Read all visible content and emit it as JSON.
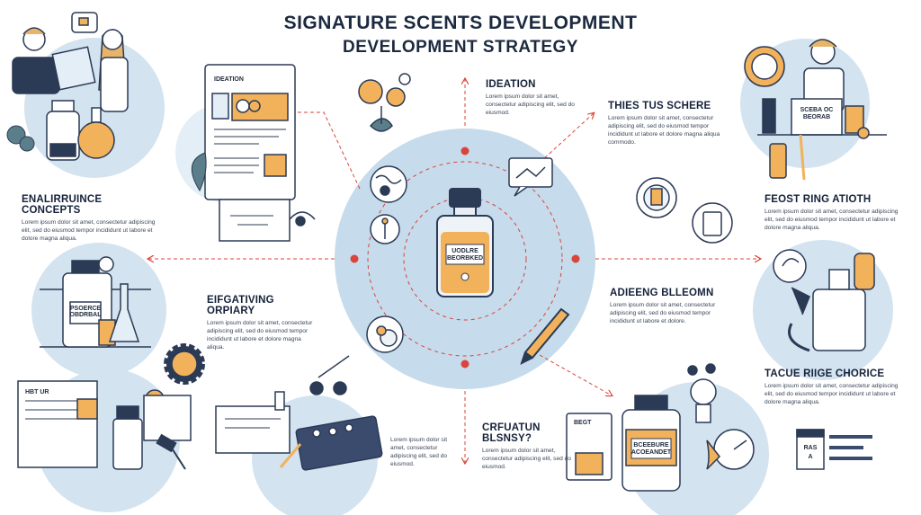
{
  "title": {
    "line1": "SIGNATURE SCENTS DEVELOPMENT",
    "line2": "DEVELOPMENT STRATEGY"
  },
  "center": {
    "bottle_label": "UODLRE\nBEORBKED"
  },
  "cards": {
    "ideation_paper": "IDEATION",
    "lab_sign": "SCEBA OC\nBEORAB",
    "bottle_left_label": "PSOERCE\nOBDRBAL",
    "doc_left": "HBT UR",
    "doc_bottom_right": "BEGT",
    "bottle_bottom_right": "BCEEBURE\nACOEANDET",
    "jar_label": "RAS\nA"
  },
  "sections": [
    {
      "id": "ideation",
      "heading": "IDEATION",
      "body": "Lorem ipsum dolor sit amet, consectetur adipiscing elit, sed do eiusmod."
    },
    {
      "id": "concepts",
      "heading": "ENALIRRUINCE CONCEPTS",
      "body": "Lorem ipsum dolor sit amet, consectetur adipiscing elit, sed do eiusmod tempor incididunt ut labore et dolore magna aliqua."
    },
    {
      "id": "thies",
      "heading": "THIES TUS SCHERE",
      "body": "Lorem ipsum dolor sit amet, consectetur adipiscing elit, sed do eiusmod tempor incididunt ut labore et dolore magna aliqua commodo."
    },
    {
      "id": "feost",
      "heading": "FEOST RING ATIOTH",
      "body": "Lorem ipsum dolor sit amet, consectetur adipiscing elit, sed do eiusmod tempor incididunt ut labore et dolore magna aliqua."
    },
    {
      "id": "eifgativing",
      "heading": "EIFGATIVING ORPIARY",
      "body": "Lorem ipsum dolor sit amet, consectetur adipiscing elit, sed do eiusmod tempor incididunt ut labore et dolore magna aliqua."
    },
    {
      "id": "adieng",
      "heading": "ADIEENG BLLEOMN",
      "body": "Lorem ipsum dolor sit amet, consectetur adipiscing elit, sed do eiusmod tempor incididunt ut labore et dolore."
    },
    {
      "id": "tacue",
      "heading": "TACUE RIIGE CHORICE",
      "body": "Lorem ipsum dolor sit amet, consectetur adipiscing elit, sed do eiusmod tempor incididunt ut labore et dolore magna aliqua."
    },
    {
      "id": "crfuatun",
      "heading": "CRFUATUN BLSNSY?",
      "body": "Lorem ipsum dolor sit amet, consectetur adipiscing elit, sed do eiusmod."
    },
    {
      "id": "bottomleft",
      "heading": "",
      "body": "Lorem ipsum dolor sit amet, consectetur adipiscing elit, sed do eiusmod."
    }
  ],
  "icons": [
    "scientist-icon",
    "flask-icon",
    "jar-icon",
    "paper-icon",
    "flower-icon",
    "bottle-icon",
    "globe-icon",
    "pipette-icon",
    "seal-icon",
    "chat-icon",
    "perfume-bottle-icon",
    "badge-icon",
    "chemist-icon",
    "lab-bench-icon",
    "gauge-icon",
    "gear-icon",
    "dropper-icon",
    "circuit-board-icon",
    "headphones-icon",
    "lightbulb-icon",
    "stopwatch-icon",
    "document-icon",
    "hammer-icon",
    "pen-icon"
  ],
  "colors": {
    "accent_blue": "#c9dcec",
    "accent_dark_blue": "#b4cde3",
    "orange": "#f2b25c",
    "navy": "#2b3a55",
    "red": "#d9453a"
  }
}
